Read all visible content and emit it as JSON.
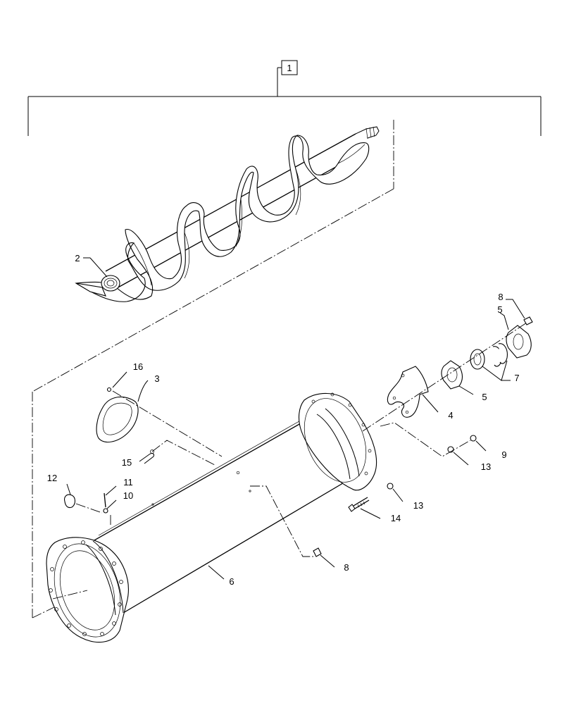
{
  "diagram": {
    "assembly_callout": "1",
    "callouts": {
      "c2": "2",
      "c3": "3",
      "c4": "4",
      "c5_top": "5",
      "c5_mid": "5",
      "c6": "6",
      "c7": "7",
      "c8_top": "8",
      "c8_bottom": "8",
      "c9": "9",
      "c10": "10",
      "c11": "11",
      "c12": "12",
      "c13_right": "13",
      "c13_lower": "13",
      "c14": "14",
      "c15": "15",
      "c16": "16"
    }
  }
}
